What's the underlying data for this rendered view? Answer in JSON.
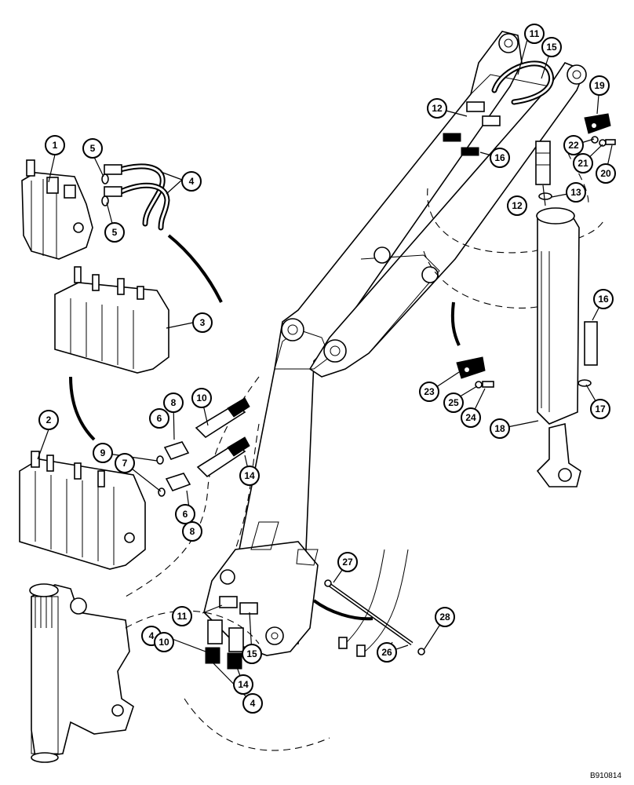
{
  "figure_id": "B910814",
  "callouts": [
    {
      "id": "c1",
      "label": "1"
    },
    {
      "id": "c2",
      "label": "2"
    },
    {
      "id": "c3",
      "label": "3"
    },
    {
      "id": "c4a",
      "label": "4"
    },
    {
      "id": "c4b",
      "label": "4"
    },
    {
      "id": "c4c",
      "label": "4"
    },
    {
      "id": "c5a",
      "label": "5"
    },
    {
      "id": "c5b",
      "label": "5"
    },
    {
      "id": "c6a",
      "label": "6"
    },
    {
      "id": "c6b",
      "label": "6"
    },
    {
      "id": "c7",
      "label": "7"
    },
    {
      "id": "c8a",
      "label": "8"
    },
    {
      "id": "c8b",
      "label": "8"
    },
    {
      "id": "c9",
      "label": "9"
    },
    {
      "id": "c10a",
      "label": "10"
    },
    {
      "id": "c10b",
      "label": "10"
    },
    {
      "id": "c11a",
      "label": "11"
    },
    {
      "id": "c11b",
      "label": "11"
    },
    {
      "id": "c12a",
      "label": "12"
    },
    {
      "id": "c12b",
      "label": "12"
    },
    {
      "id": "c13",
      "label": "13"
    },
    {
      "id": "c14a",
      "label": "14"
    },
    {
      "id": "c14b",
      "label": "14"
    },
    {
      "id": "c15a",
      "label": "15"
    },
    {
      "id": "c15b",
      "label": "15"
    },
    {
      "id": "c16a",
      "label": "16"
    },
    {
      "id": "c16b",
      "label": "16"
    },
    {
      "id": "c17",
      "label": "17"
    },
    {
      "id": "c18",
      "label": "18"
    },
    {
      "id": "c19",
      "label": "19"
    },
    {
      "id": "c20",
      "label": "20"
    },
    {
      "id": "c21",
      "label": "21"
    },
    {
      "id": "c22",
      "label": "22"
    },
    {
      "id": "c23",
      "label": "23"
    },
    {
      "id": "c24",
      "label": "24"
    },
    {
      "id": "c25",
      "label": "25"
    },
    {
      "id": "c26",
      "label": "26"
    },
    {
      "id": "c27",
      "label": "27"
    },
    {
      "id": "c28",
      "label": "28"
    }
  ]
}
